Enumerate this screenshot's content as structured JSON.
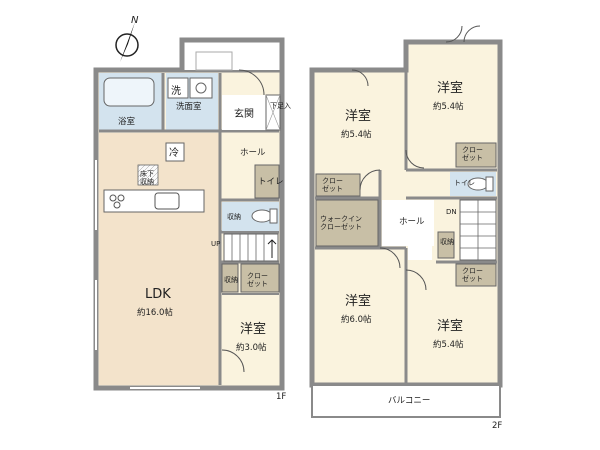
{
  "compass": {
    "label": "N"
  },
  "floors": [
    {
      "label": "1F",
      "rooms": [
        {
          "id": "ldk",
          "name": "LDK",
          "area": "約16.0帖"
        },
        {
          "id": "yoshitsu1f",
          "name": "洋室",
          "area": "約3.0帖"
        },
        {
          "id": "yokushitsu",
          "name": "浴室"
        },
        {
          "id": "senmenshitsu",
          "name": "洗面室"
        },
        {
          "id": "genkan",
          "name": "玄関"
        },
        {
          "id": "hall",
          "name": "ホール"
        },
        {
          "id": "toilet",
          "name": "トイレ"
        },
        {
          "id": "shuno",
          "name": "収納"
        },
        {
          "id": "shuno2",
          "name": "収納"
        },
        {
          "id": "closet",
          "name": "クロー\nゼット"
        }
      ],
      "fixtures": {
        "washer": "洗",
        "fridge": "冷",
        "underfloor": "床下\n収納",
        "shoe": "下足入",
        "up": "UP"
      }
    },
    {
      "label": "2F",
      "rooms": [
        {
          "id": "yoshitsu_nw",
          "name": "洋室",
          "area": "約5.4帖"
        },
        {
          "id": "yoshitsu_ne",
          "name": "洋室",
          "area": "約5.4帖"
        },
        {
          "id": "yoshitsu_sw",
          "name": "洋室",
          "area": "約6.0帖"
        },
        {
          "id": "yoshitsu_se",
          "name": "洋室",
          "area": "約5.4帖"
        },
        {
          "id": "wic",
          "name": "ウォークイン\nクローゼット"
        },
        {
          "id": "hall2",
          "name": "ホール"
        },
        {
          "id": "toilet2",
          "name": "トイレ"
        },
        {
          "id": "shuno3",
          "name": "収納"
        },
        {
          "id": "closet_nw",
          "name": "クロー\nゼット"
        },
        {
          "id": "closet_ne",
          "name": "クロー\nゼット"
        },
        {
          "id": "closet_se",
          "name": "クロー\nゼット"
        },
        {
          "id": "balcony",
          "name": "バルコニー"
        }
      ],
      "fixtures": {
        "dn": "DN"
      }
    }
  ],
  "colors": {
    "wall": "#8a8a8a",
    "floor": "#faf3de",
    "ldk_floor": "#f3e3cb",
    "wet_floor": "#d3e3ee",
    "closet_fill": "#c8bfa6",
    "line": "#444444"
  }
}
